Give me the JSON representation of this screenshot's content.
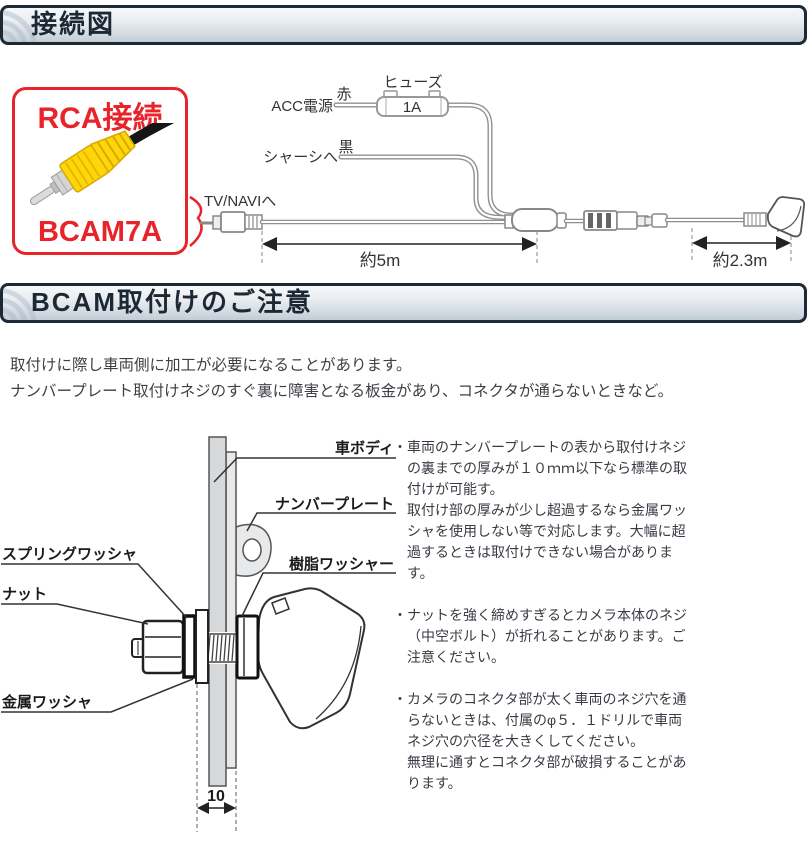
{
  "colors": {
    "accent_red": "#e8232a",
    "header_frame": "#1d2935",
    "plate_gray": "#d6d8da"
  },
  "headers": {
    "section1": "接続図",
    "section2": "BCAM取付けのご注意"
  },
  "rca_callout": {
    "title": "RCA接続",
    "model": "BCAM7A"
  },
  "wiring": {
    "fuse_label": "ヒューズ",
    "fuse_rating": "1A",
    "acc_label": "ACC電源",
    "red_wire_label": "赤",
    "chassis_label": "シャーシへ",
    "black_wire_label": "黒",
    "tv_navi_label": "TV/NAVIへ",
    "main_cable_length": "約5m",
    "camera_cable_length": "約2.3m"
  },
  "notice_intro": "取付けに際し車両側に加工が必要になることがあります。\nナンバープレート取付けネジのすぐ裏に障害となる板金があり、コネクタが通らないときなど。",
  "install_diagram": {
    "car_body": "車ボディ",
    "number_plate": "ナンバープレート",
    "spring_washer": "スプリングワッシャ",
    "nut": "ナット",
    "resin_washer": "樹脂ワッシャー",
    "metal_washer": "金属ワッシャ",
    "thickness_mm": "10"
  },
  "notes": {
    "bullet_char": "・",
    "items": [
      "車両のナンバープレートの表から取付けネジの裏までの厚みが１０ｍｍ以下なら標準の取付けが可能す。\n取付け部の厚みが少し超過するなら金属ワッシャを使用しない等で対応します。大幅に超過するときは取付けできない場合があります。",
      "ナットを強く締めすぎるとカメラ本体のネジ（中空ボルト）が折れることがあります。ご注意ください。",
      "カメラのコネクタ部が太く車両のネジ穴を通らないときは、付属のφ５．１ドリルで車両ネジ穴の穴径を大きくしてください。\n無理に通すとコネクタ部が破損することがあります。"
    ]
  }
}
